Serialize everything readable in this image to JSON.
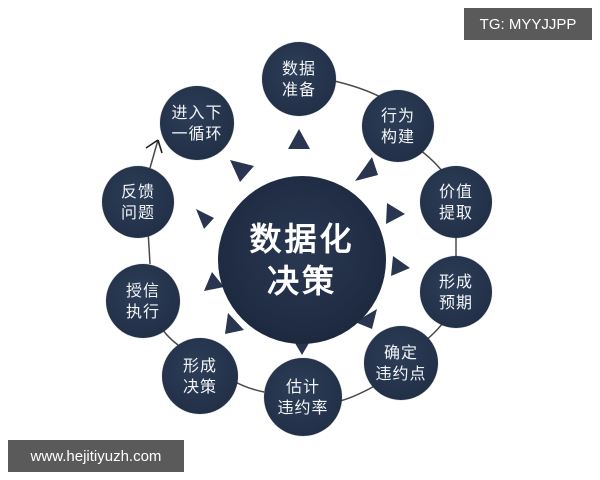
{
  "diagram": {
    "title": "数据化决策",
    "center": {
      "line1": "数据化",
      "line2": "决策"
    },
    "nodes": [
      {
        "line1": "数据",
        "line2": "准备"
      },
      {
        "line1": "行为",
        "line2": "构建"
      },
      {
        "line1": "价值",
        "line2": "提取"
      },
      {
        "line1": "形成",
        "line2": "预期"
      },
      {
        "line1": "确定",
        "line2": "违约点"
      },
      {
        "line1": "估计",
        "line2": "违约率"
      },
      {
        "line1": "形成",
        "line2": "决策"
      },
      {
        "line1": "授信",
        "line2": "执行"
      },
      {
        "line1": "反馈",
        "line2": "问题"
      },
      {
        "line1": "进入下",
        "line2": "一循环"
      }
    ],
    "flow": "cycle clockwise, arrow from 反馈问题 into 进入下一循环",
    "colors": {
      "node": "#223048",
      "center": "#1f2b42",
      "text": "#ffffff",
      "line": "#555555"
    }
  },
  "watermarks": {
    "top_right": "TG: MYYJJPP",
    "bottom_left": "www.hejitiyuzh.com"
  }
}
